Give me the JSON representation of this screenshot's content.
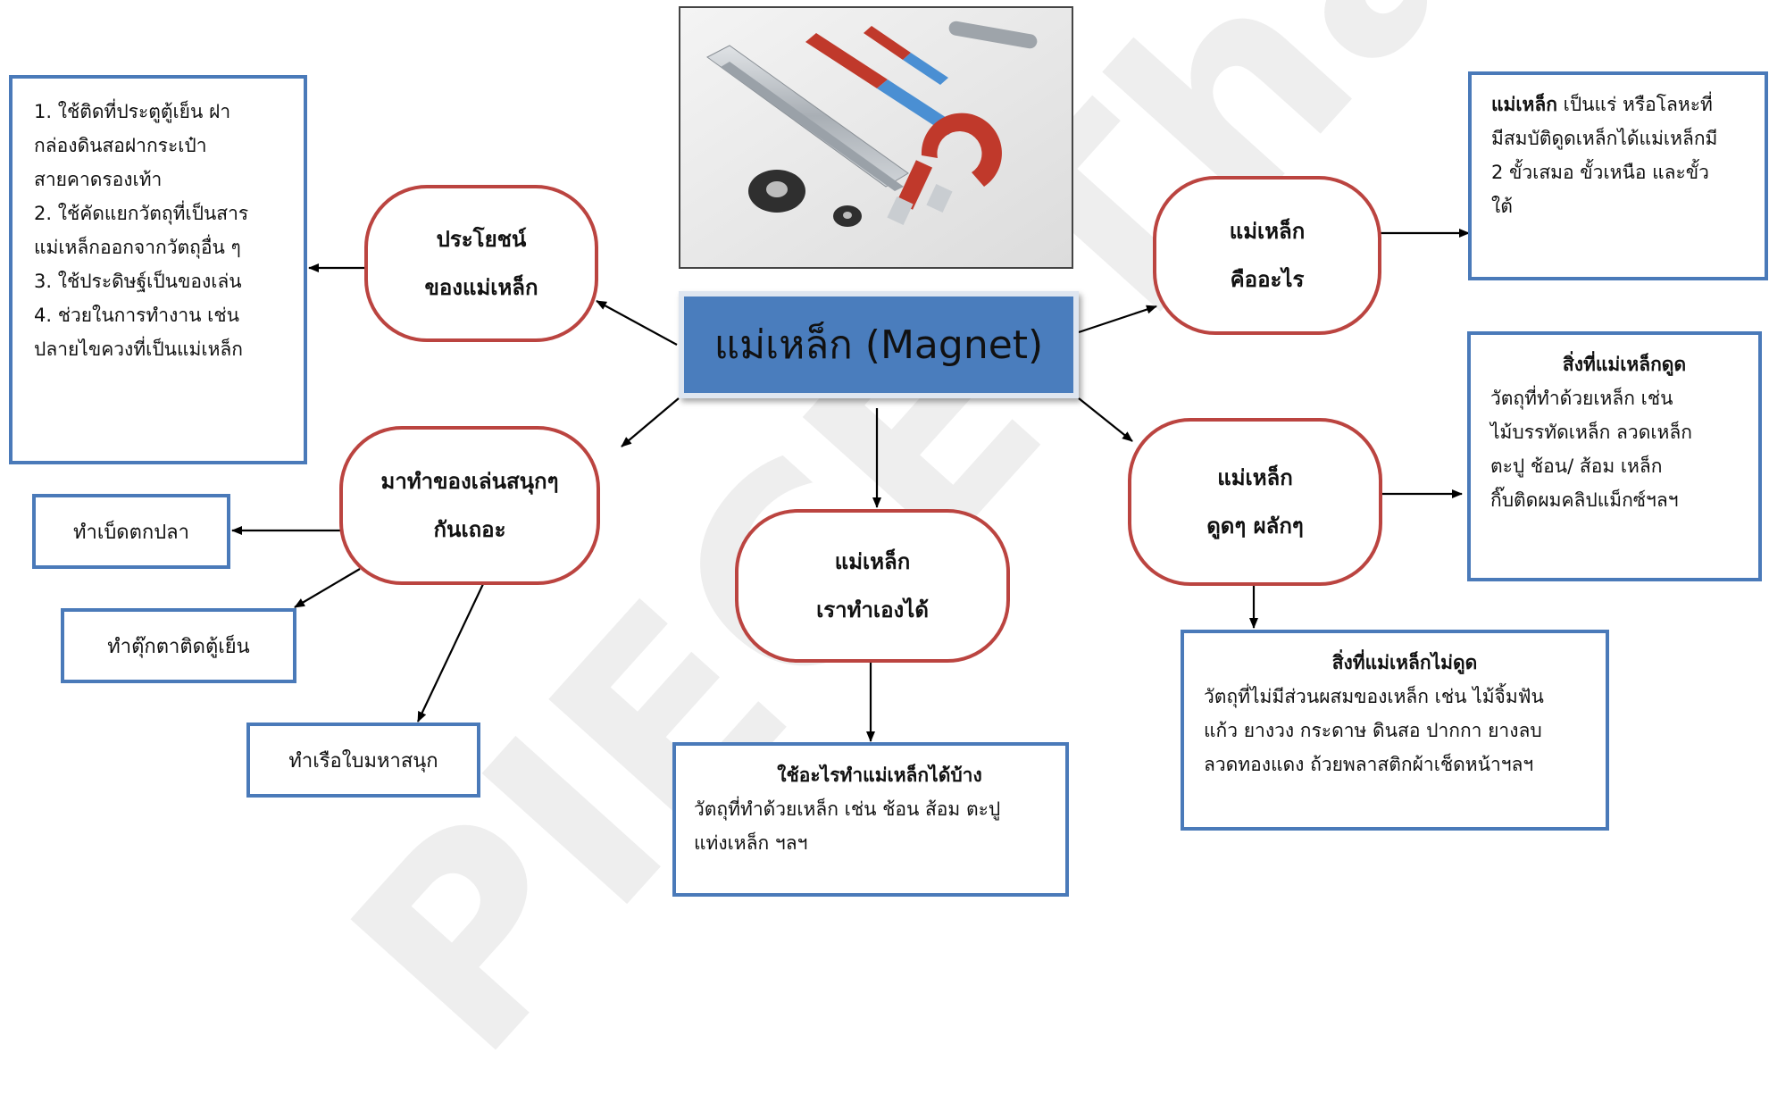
{
  "center": "แม่เหล็ก (Magnet)",
  "nodes": {
    "benefits": [
      "ประโยชน์",
      "ของแม่เหล็ก"
    ],
    "what_is": [
      "แม่เหล็ก",
      "คืออะไร"
    ],
    "attract_repel": [
      "แม่เหล็ก",
      "ดูดๆ ผลักๆ"
    ],
    "make_toys": [
      "มาทำของเล่นสนุกๆ",
      "กันเถอะ"
    ],
    "diy": [
      "แม่เหล็ก",
      "เราทำเองได้"
    ]
  },
  "boxes": {
    "benefits_list": [
      "1. ใช้ติดที่ประตูตู้เย็น ฝา",
      "กล่องดินสอฝากระเป๋า",
      "สายคาดรองเท้า",
      "2. ใช้คัดแยกวัตถุที่เป็นสาร",
      "แม่เหล็กออกจากวัตถุอื่น ๆ",
      "3. ใช้ประดิษฐ์เป็นของเล่น",
      "4. ช่วยในการทำงาน เช่น",
      "ปลายไขควงที่เป็นแม่เหล็ก"
    ],
    "definition": {
      "bold": "แม่เหล็ก",
      "rest": " เป็นแร่ หรือโลหะที่",
      "lines": [
        "มีสมบัติดูดเหล็กได้แม่เหล็กมี",
        "2 ขั้วเสมอ ขั้วเหนือ  และขั้ว",
        "ใต้"
      ]
    },
    "attracted": {
      "title": "สิ่งที่แม่เหล็กดูด",
      "lines": [
        "วัตถุที่ทำด้วยเหล็ก เช่น",
        "ไม้บรรทัดเหล็ก ลวดเหล็ก",
        "ตะปู ช้อน/ ส้อม เหล็ก",
        "กิ๊บติดผมคลิปแม็กซ์ฯลฯ"
      ]
    },
    "not_attracted": {
      "title": "สิ่งที่แม่เหล็กไม่ดูด",
      "lines": [
        "วัตถุที่ไม่มีส่วนผสมของเหล็ก เช่น ไม้จิ้มฟัน",
        "แก้ว ยางวง กระดาษ ดินสอ ปากกา ยางลบ",
        "ลวดทองแดง ถ้วยพลาสติกผ้าเช็ดหน้าฯลฯ"
      ]
    },
    "materials": {
      "title": "ใช้อะไรทำแม่เหล็กได้บ้าง",
      "lines": [
        "วัตถุที่ทำด้วยเหล็ก เช่น ช้อน ส้อม ตะปู",
        "แท่งเหล็ก ฯลฯ"
      ]
    },
    "fishing": "ทำเบ็ดตกปลา",
    "doll": "ทำตุ๊กตาติดตู้เย็น",
    "boat": "ทำเรือใบมหาสนุก"
  },
  "watermark": "PIECE Thailand",
  "colors": {
    "blue_border": "#4a7ab9",
    "red_border": "#bb4440",
    "center_fill": "#4a7dbd"
  }
}
